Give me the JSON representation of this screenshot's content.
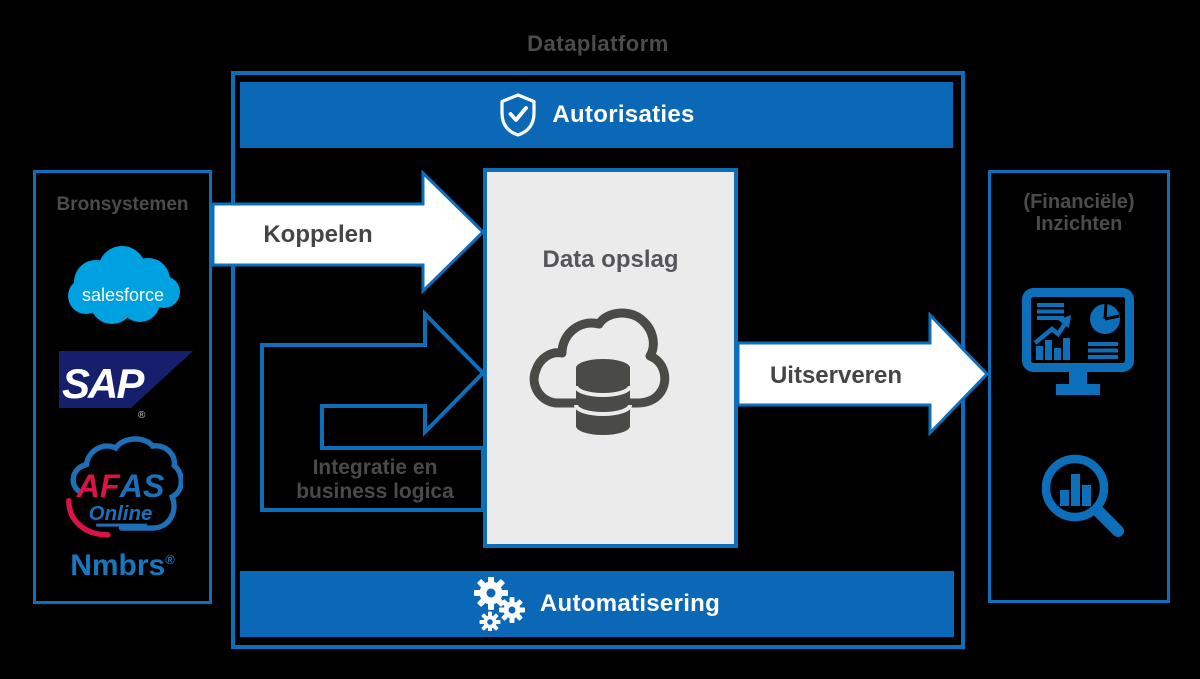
{
  "title": "Dataplatform",
  "platform": {
    "authorizations_label": "Autorisaties",
    "automation_label": "Automatisering",
    "storage_label": "Data opslag"
  },
  "sources": {
    "title": "Bronsystemen",
    "salesforce_text": "salesforce",
    "sap_text": "SAP",
    "sap_reg": "®",
    "afas_part1": "AF",
    "afas_part2": "AS",
    "afas_subtext": "Online",
    "nmbrs_text": "Nmbrs",
    "nmbrs_reg": "®"
  },
  "insights": {
    "title_line1": "(Financiële)",
    "title_line2": "Inzichten"
  },
  "arrows": {
    "koppelen_label": "Koppelen",
    "integratie_line1": "Integratie en",
    "integratie_line2": "business logica",
    "uitserveren_label": "Uitserveren"
  },
  "colors": {
    "accent_blue": "#0d6eb9",
    "bar_blue": "#0a68b6",
    "storage_gray": "#ebebeb",
    "text_dark": "#4a4a4a",
    "icon_dark": "#4a4a47",
    "salesforce_blue": "#00a1e0",
    "sap_navy": "#161f6b",
    "afas_red": "#dd1246",
    "afas_blue": "#1d6fb8",
    "nmbrs_blue": "#1878be"
  }
}
